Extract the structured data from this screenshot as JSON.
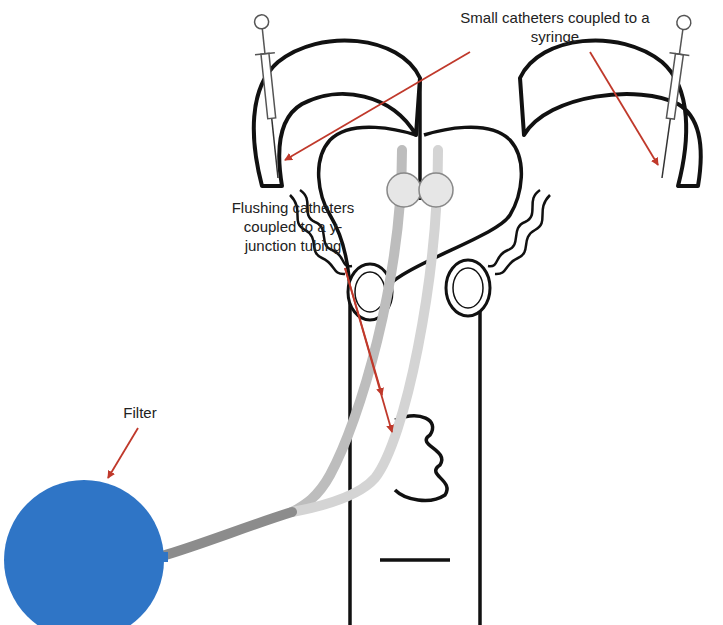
{
  "diagram": {
    "labels": [
      "Small catheters coupled to a syringe",
      "Flushing catheters coupled to a y-junction tubing",
      "Filter"
    ]
  }
}
